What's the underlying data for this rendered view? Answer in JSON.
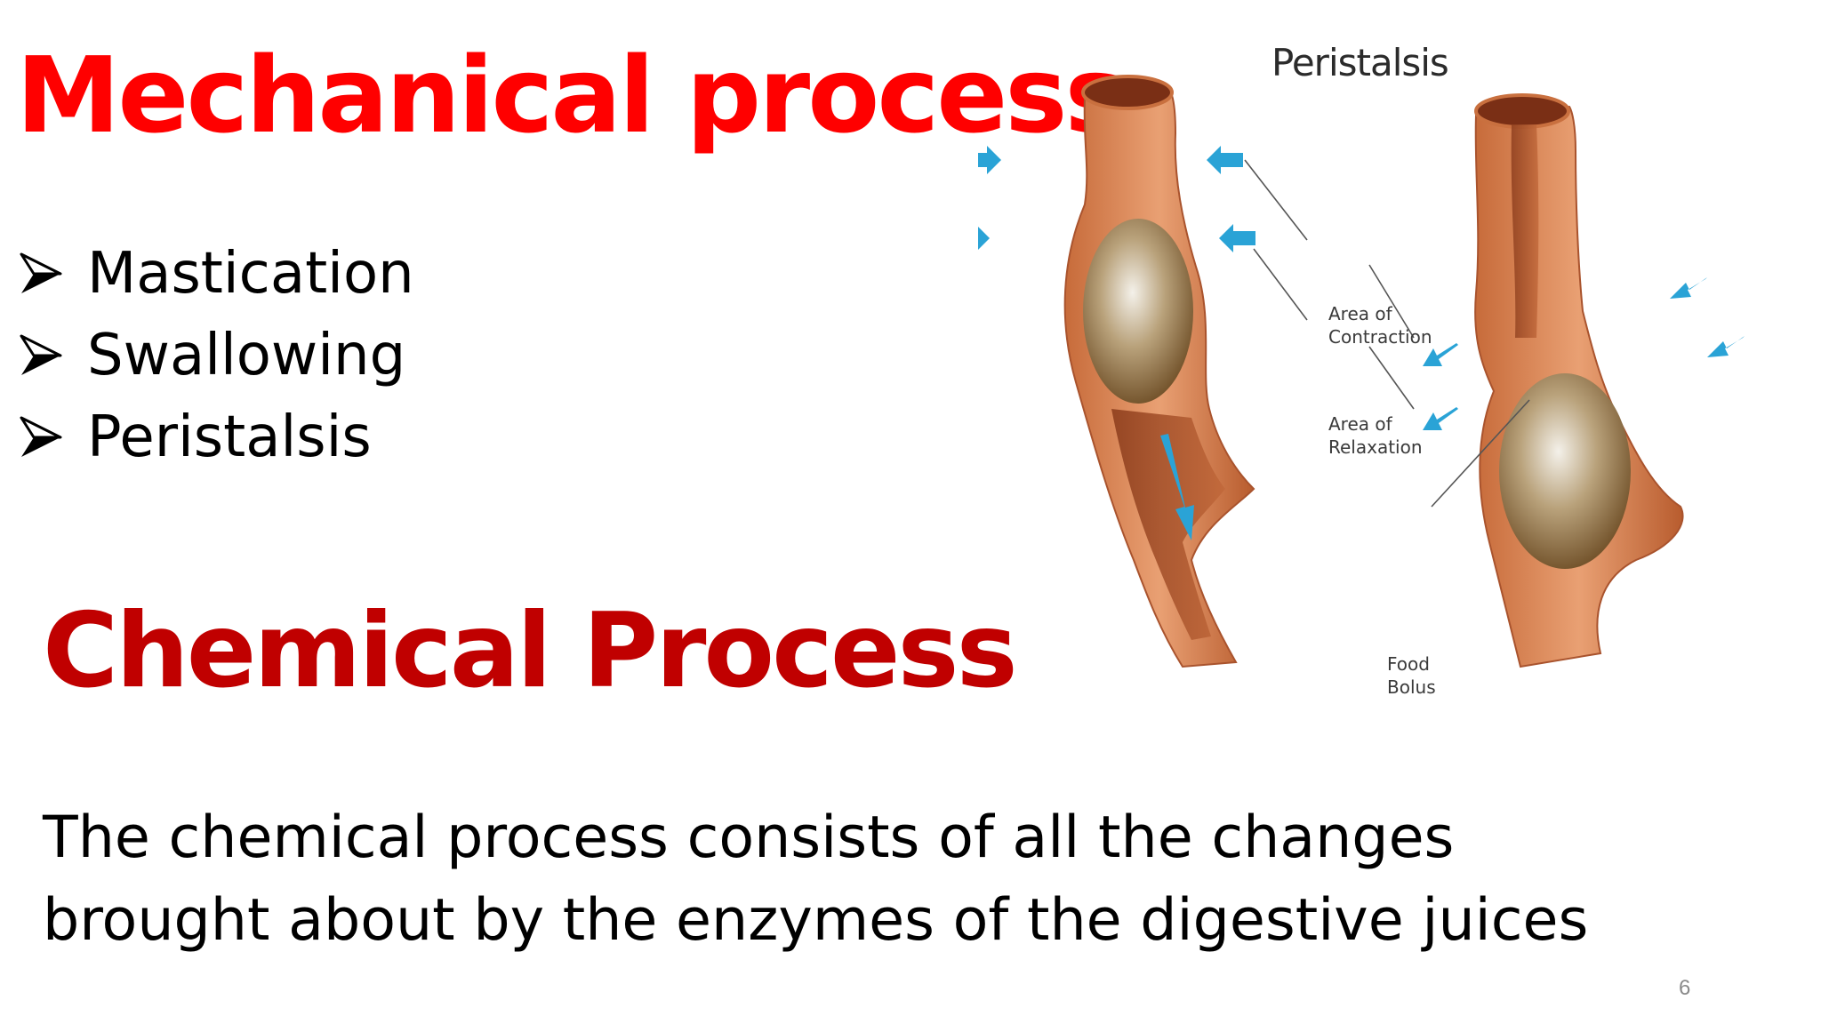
{
  "slide": {
    "mechanical_title": "Mechanical process",
    "mechanical_items": [
      {
        "label": "Mastication"
      },
      {
        "label": "Swallowing"
      },
      {
        "label": "Peristalsis"
      }
    ],
    "chemical_title": "Chemical Process",
    "chemical_body": "The chemical process consists of all the changes brought about by the enzymes of the digestive juices",
    "page_number": "6",
    "bullet_icon": "arrowhead-bullet-icon"
  },
  "figure": {
    "title": "Peristalsis",
    "label_contraction": "Area of\nContraction",
    "label_relaxation": "Area of\nRelaxation",
    "label_bolus": "Food\nBolus"
  },
  "colors": {
    "mechanical_title": "#ff0000",
    "chemical_title": "#c00000",
    "tube": "#d9824f",
    "tube_dark": "#a9532d",
    "arrow": "#2aa3d6",
    "bolus": "#8b6a3e"
  }
}
